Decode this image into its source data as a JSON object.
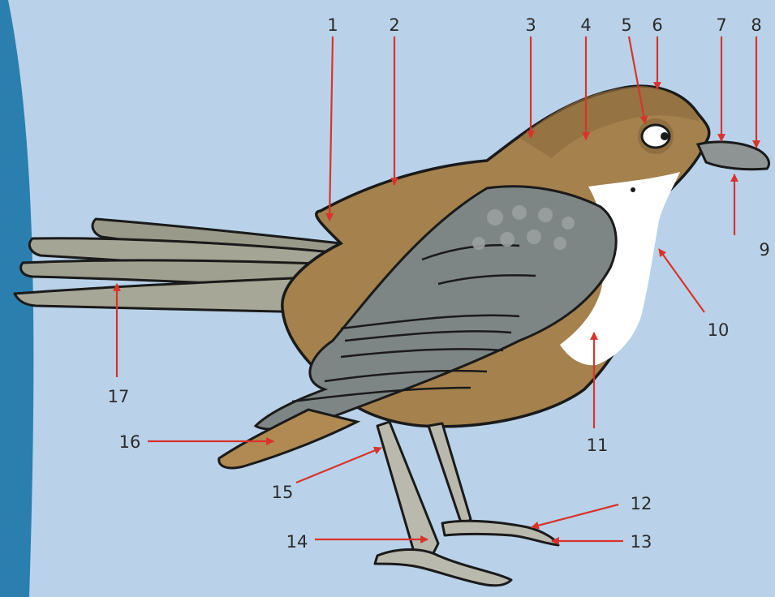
{
  "colors": {
    "background": "#b9d2ea",
    "left_band": "#2a7fae",
    "body_brown": "#a4814d",
    "wing_grey": "#7e8585",
    "breast_white": "#ffffff",
    "leg_grey": "#b9b9ad",
    "arrow_red": "#d9332b",
    "outline": "#1a1a1a"
  },
  "labels": [
    "1",
    "2",
    "3",
    "4",
    "5",
    "6",
    "7",
    "8",
    "9",
    "10",
    "11",
    "12",
    "13",
    "14",
    "15",
    "16",
    "17"
  ]
}
